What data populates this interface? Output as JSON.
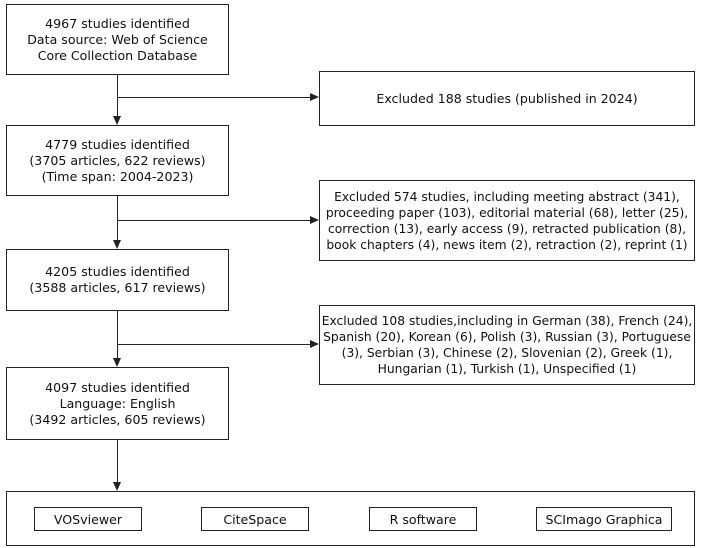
{
  "boxes": {
    "source": [
      "4967 studies identified",
      "Data source: Web of Science",
      "Core Collection Database"
    ],
    "excluded_2024": [
      "Excluded 188 studies (published in 2024)"
    ],
    "step2": [
      "4779 studies identified",
      "(3705 articles, 622 reviews)",
      "(Time span: 2004-2023)"
    ],
    "excluded_types": [
      "Excluded 574 studies, including meeting abstract (341),",
      "proceeding paper (103), editorial material (68), letter (25),",
      "correction (13), early access (9), retracted publication (8),",
      "book chapters (4), news item (2), retraction (2), reprint (1)"
    ],
    "step3": [
      "4205 studies identified",
      "(3588 articles, 617 reviews)"
    ],
    "excluded_lang": [
      "Excluded 108 studies,including in German (38), French (24),",
      "Spanish (20), Korean (6), Polish (3), Russian (3), Portuguese",
      "(3), Serbian (3), Chinese (2), Slovenian (2), Greek (1),",
      "Hungarian (1), Turkish (1), Unspecified (1)"
    ],
    "final": [
      "4097 studies identified",
      "Language: English",
      "(3492 articles, 605 reviews)"
    ]
  },
  "tools": [
    "VOSviewer",
    "CiteSpace",
    "R software",
    "SCImago Graphica"
  ]
}
